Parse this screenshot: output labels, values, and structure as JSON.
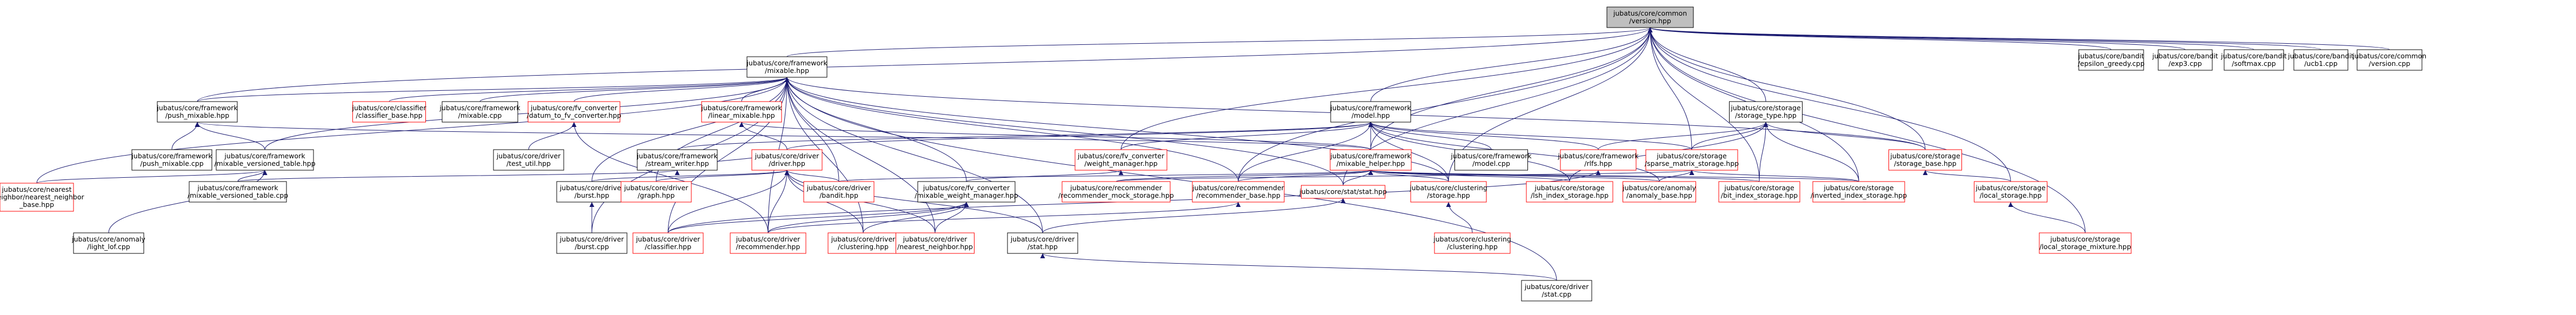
{
  "colors": {
    "root_fill": "#bfbfbf",
    "node_fill": "#ffffff",
    "node_border_black": "#000000",
    "node_border_red": "#ff0000",
    "edge": "#191970"
  },
  "nodes": [
    {
      "id": "version_hpp",
      "lines": [
        "jubatus/core/common",
        "/version.hpp"
      ],
      "border": "black",
      "root": true
    },
    {
      "id": "mixable_hpp",
      "lines": [
        "jubatus/core/framework",
        "/mixable.hpp"
      ],
      "border": "black"
    },
    {
      "id": "epsilon_greedy",
      "lines": [
        "jubatus/core/bandit",
        "/epsilon_greedy.cpp"
      ],
      "border": "black"
    },
    {
      "id": "exp3",
      "lines": [
        "jubatus/core/bandit",
        "/exp3.cpp"
      ],
      "border": "black"
    },
    {
      "id": "softmax",
      "lines": [
        "jubatus/core/bandit",
        "/softmax.cpp"
      ],
      "border": "black"
    },
    {
      "id": "ucb1",
      "lines": [
        "jubatus/core/bandit",
        "/ucb1.cpp"
      ],
      "border": "black"
    },
    {
      "id": "version_cpp",
      "lines": [
        "jubatus/core/common",
        "/version.cpp"
      ],
      "border": "black"
    },
    {
      "id": "push_mixable",
      "lines": [
        "jubatus/core/framework",
        "/push_mixable.hpp"
      ],
      "border": "black"
    },
    {
      "id": "classifier_base",
      "lines": [
        "jubatus/core/classifier",
        "/classifier_base.hpp"
      ],
      "border": "red"
    },
    {
      "id": "framework_mixable_cpp",
      "lines": [
        "jubatus/core/framework",
        "/mixable.cpp"
      ],
      "border": "black"
    },
    {
      "id": "datum_to_fv",
      "lines": [
        "jubatus/core/fv_converter",
        "/datum_to_fv_converter.hpp"
      ],
      "border": "red"
    },
    {
      "id": "linear_mixable",
      "lines": [
        "jubatus/core/framework",
        "/linear_mixable.hpp"
      ],
      "border": "red"
    },
    {
      "id": "model_hpp",
      "lines": [
        "jubatus/core/framework",
        "/model.hpp"
      ],
      "border": "black"
    },
    {
      "id": "storage_type",
      "lines": [
        "jubatus/core/storage",
        "/storage_type.hpp"
      ],
      "border": "black"
    },
    {
      "id": "push_mixable_cpp",
      "lines": [
        "jubatus/core/framework",
        "/push_mixable.cpp"
      ],
      "border": "black"
    },
    {
      "id": "mixable_versioned_table",
      "lines": [
        "jubatus/core/framework",
        "/mixable_versioned_table.hpp"
      ],
      "border": "black"
    },
    {
      "id": "test_util",
      "lines": [
        "jubatus/core/driver",
        "/test_util.hpp"
      ],
      "border": "black"
    },
    {
      "id": "stream_writer",
      "lines": [
        "jubatus/core/framework",
        "/stream_writer.hpp"
      ],
      "border": "black"
    },
    {
      "id": "driver_hpp",
      "lines": [
        "jubatus/core/driver",
        "/driver.hpp"
      ],
      "border": "red"
    },
    {
      "id": "weight_manager",
      "lines": [
        "jubatus/core/fv_converter",
        "/weight_manager.hpp"
      ],
      "border": "red"
    },
    {
      "id": "mixable_helper",
      "lines": [
        "jubatus/core/framework",
        "/mixable_helper.hpp"
      ],
      "border": "red"
    },
    {
      "id": "model_cpp",
      "lines": [
        "jubatus/core/framework",
        "/model.cpp"
      ],
      "border": "black"
    },
    {
      "id": "sparse_matrix_storage",
      "lines": [
        "jubatus/core/storage",
        "/sparse_matrix_storage.hpp"
      ],
      "border": "red"
    },
    {
      "id": "mixable_versioned_table_cpp",
      "lines": [
        "jubatus/core/framework",
        "/mixable_versioned_table.cpp"
      ],
      "border": "black"
    },
    {
      "id": "nn_base",
      "lines": [
        "jubatus/core/nearest",
        "_neighbor/nearest_neighbor",
        "_base.hpp"
      ],
      "border": "red"
    },
    {
      "id": "burst_hpp",
      "lines": [
        "jubatus/core/driver",
        "/burst.hpp"
      ],
      "border": "black"
    },
    {
      "id": "graph_hpp",
      "lines": [
        "jubatus/core/driver",
        "/graph.hpp"
      ],
      "border": "red"
    },
    {
      "id": "bandit_hpp",
      "lines": [
        "jubatus/core/driver",
        "/bandit.hpp"
      ],
      "border": "red"
    },
    {
      "id": "mixable_weight_manager",
      "lines": [
        "jubatus/core/fv_converter",
        "/mixable_weight_manager.hpp"
      ],
      "border": "black"
    },
    {
      "id": "recommender_mock_storage",
      "lines": [
        "jubatus/core/recommender",
        "/recommender_mock_storage.hpp"
      ],
      "border": "red"
    },
    {
      "id": "recommender_base",
      "lines": [
        "jubatus/core/recommender",
        "/recommender_base.hpp"
      ],
      "border": "red"
    },
    {
      "id": "stat_stat",
      "lines": [
        "jubatus/core/stat/stat.hpp"
      ],
      "border": "red"
    },
    {
      "id": "clustering_storage",
      "lines": [
        "jubatus/core/clustering",
        "/storage.hpp"
      ],
      "border": "red"
    },
    {
      "id": "lsh_index_storage",
      "lines": [
        "jubatus/core/storage",
        "/lsh_index_storage.hpp"
      ],
      "border": "red"
    },
    {
      "id": "anomaly_base",
      "lines": [
        "jubatus/core/anomaly",
        "/anomaly_base.hpp"
      ],
      "border": "red"
    },
    {
      "id": "bit_index_storage",
      "lines": [
        "jubatus/core/storage",
        "/bit_index_storage.hpp"
      ],
      "border": "red"
    },
    {
      "id": "rlfs",
      "lines": [
        "jubatus/core/framework",
        "/rlfs.hpp"
      ],
      "border": "red"
    },
    {
      "id": "storage_base",
      "lines": [
        "jubatus/core/storage",
        "/storage_base.hpp"
      ],
      "border": "red"
    },
    {
      "id": "inverted_index_storage",
      "lines": [
        "jubatus/core/storage",
        "/inverted_index_storage.hpp"
      ],
      "border": "red"
    },
    {
      "id": "local_storage",
      "lines": [
        "jubatus/core/storage",
        "/local_storage.hpp"
      ],
      "border": "red"
    },
    {
      "id": "light_lof",
      "lines": [
        "jubatus/core/anomaly",
        "/light_lof.cpp"
      ],
      "border": "black"
    },
    {
      "id": "burst_cpp",
      "lines": [
        "jubatus/core/driver",
        "/burst.cpp"
      ],
      "border": "black"
    },
    {
      "id": "drv_classifier",
      "lines": [
        "jubatus/core/driver",
        "/classifier.hpp"
      ],
      "border": "red"
    },
    {
      "id": "drv_recommender",
      "lines": [
        "jubatus/core/driver",
        "/recommender.hpp"
      ],
      "border": "red"
    },
    {
      "id": "drv_clustering",
      "lines": [
        "jubatus/core/driver",
        "/clustering.hpp"
      ],
      "border": "red"
    },
    {
      "id": "drv_nearest_neighbor",
      "lines": [
        "jubatus/core/driver",
        "/nearest_neighbor.hpp"
      ],
      "border": "red"
    },
    {
      "id": "drv_stat_hpp",
      "lines": [
        "jubatus/core/driver",
        "/stat.hpp"
      ],
      "border": "black"
    },
    {
      "id": "clustering_clustering",
      "lines": [
        "jubatus/core/clustering",
        "/clustering.hpp"
      ],
      "border": "red"
    },
    {
      "id": "local_storage_mixture",
      "lines": [
        "jubatus/core/storage",
        "/local_storage_mixture.hpp"
      ],
      "border": "red"
    },
    {
      "id": "drv_stat_cpp",
      "lines": [
        "jubatus/core/driver",
        "/stat.cpp"
      ],
      "border": "black"
    }
  ],
  "edges": [
    [
      "version_hpp",
      "mixable_hpp"
    ],
    [
      "version_hpp",
      "epsilon_greedy"
    ],
    [
      "version_hpp",
      "exp3"
    ],
    [
      "version_hpp",
      "softmax"
    ],
    [
      "version_hpp",
      "ucb1"
    ],
    [
      "version_hpp",
      "version_cpp"
    ],
    [
      "version_hpp",
      "model_hpp"
    ],
    [
      "version_hpp",
      "storage_type"
    ],
    [
      "version_hpp",
      "weight_manager"
    ],
    [
      "version_hpp",
      "mixable_helper"
    ],
    [
      "version_hpp",
      "stat_stat"
    ],
    [
      "version_hpp",
      "storage_base"
    ],
    [
      "version_hpp",
      "local_storage"
    ],
    [
      "version_hpp",
      "local_storage_mixture"
    ],
    [
      "version_hpp",
      "push_mixable"
    ],
    [
      "version_hpp",
      "sparse_matrix_storage"
    ],
    [
      "version_hpp",
      "clustering_storage"
    ],
    [
      "version_hpp",
      "recommender_base"
    ],
    [
      "version_hpp",
      "bit_index_storage"
    ],
    [
      "version_hpp",
      "inverted_index_storage"
    ],
    [
      "mixable_hpp",
      "push_mixable"
    ],
    [
      "mixable_hpp",
      "classifier_base"
    ],
    [
      "mixable_hpp",
      "framework_mixable_cpp"
    ],
    [
      "mixable_hpp",
      "datum_to_fv"
    ],
    [
      "mixable_hpp",
      "linear_mixable"
    ],
    [
      "mixable_hpp",
      "mixable_versioned_table"
    ],
    [
      "mixable_hpp",
      "nn_base"
    ],
    [
      "mixable_hpp",
      "burst_hpp"
    ],
    [
      "mixable_hpp",
      "graph_hpp"
    ],
    [
      "mixable_hpp",
      "bandit_hpp"
    ],
    [
      "mixable_hpp",
      "mixable_weight_manager"
    ],
    [
      "mixable_hpp",
      "drv_classifier"
    ],
    [
      "mixable_hpp",
      "drv_recommender"
    ],
    [
      "mixable_hpp",
      "drv_clustering"
    ],
    [
      "mixable_hpp",
      "drv_nearest_neighbor"
    ],
    [
      "mixable_hpp",
      "drv_stat_hpp"
    ],
    [
      "mixable_hpp",
      "burst_cpp"
    ],
    [
      "mixable_hpp",
      "clustering_storage"
    ],
    [
      "mixable_hpp",
      "recommender_base"
    ],
    [
      "mixable_hpp",
      "stat_stat"
    ],
    [
      "mixable_hpp",
      "storage_base"
    ],
    [
      "mixable_hpp",
      "drv_stat_cpp"
    ],
    [
      "push_mixable",
      "push_mixable_cpp"
    ],
    [
      "push_mixable",
      "mixable_versioned_table"
    ],
    [
      "push_mixable",
      "mixable_helper"
    ],
    [
      "datum_to_fv",
      "test_util"
    ],
    [
      "datum_to_fv",
      "drv_recommender"
    ],
    [
      "linear_mixable",
      "driver_hpp"
    ],
    [
      "linear_mixable",
      "mixable_helper"
    ],
    [
      "model_hpp",
      "model_cpp"
    ],
    [
      "model_hpp",
      "stream_writer"
    ],
    [
      "model_hpp",
      "driver_hpp"
    ],
    [
      "model_hpp",
      "weight_manager"
    ],
    [
      "model_hpp",
      "mixable_helper"
    ],
    [
      "model_hpp",
      "sparse_matrix_storage"
    ],
    [
      "model_hpp",
      "rlfs"
    ],
    [
      "model_hpp",
      "clustering_storage"
    ],
    [
      "model_hpp",
      "lsh_index_storage"
    ],
    [
      "model_hpp",
      "anomaly_base"
    ],
    [
      "model_hpp",
      "recommender_base"
    ],
    [
      "storage_type",
      "sparse_matrix_storage"
    ],
    [
      "storage_type",
      "storage_base"
    ],
    [
      "storage_type",
      "rlfs"
    ],
    [
      "storage_type",
      "lsh_index_storage"
    ],
    [
      "storage_type",
      "bit_index_storage"
    ],
    [
      "storage_type",
      "inverted_index_storage"
    ],
    [
      "mixable_versioned_table",
      "mixable_versioned_table_cpp"
    ],
    [
      "mixable_versioned_table",
      "nn_base"
    ],
    [
      "mixable_versioned_table",
      "light_lof"
    ],
    [
      "stream_writer",
      "driver_hpp"
    ],
    [
      "stream_writer",
      "mixable_versioned_table_cpp"
    ],
    [
      "driver_hpp",
      "burst_hpp"
    ],
    [
      "driver_hpp",
      "graph_hpp"
    ],
    [
      "driver_hpp",
      "bandit_hpp"
    ],
    [
      "driver_hpp",
      "drv_classifier"
    ],
    [
      "driver_hpp",
      "drv_recommender"
    ],
    [
      "driver_hpp",
      "drv_clustering"
    ],
    [
      "driver_hpp",
      "drv_nearest_neighbor"
    ],
    [
      "driver_hpp",
      "drv_stat_hpp"
    ],
    [
      "weight_manager",
      "mixable_weight_manager"
    ],
    [
      "mixable_helper",
      "bandit_hpp"
    ],
    [
      "mixable_helper",
      "recommender_mock_storage"
    ],
    [
      "mixable_helper",
      "recommender_base"
    ],
    [
      "mixable_helper",
      "stat_stat"
    ],
    [
      "mixable_helper",
      "clustering_storage"
    ],
    [
      "mixable_helper",
      "lsh_index_storage"
    ],
    [
      "mixable_helper",
      "anomaly_base"
    ],
    [
      "mixable_helper",
      "bit_index_storage"
    ],
    [
      "mixable_helper",
      "inverted_index_storage"
    ],
    [
      "sparse_matrix_storage",
      "anomaly_base"
    ],
    [
      "sparse_matrix_storage",
      "inverted_index_storage"
    ],
    [
      "sparse_matrix_storage",
      "recommender_mock_storage"
    ],
    [
      "burst_hpp",
      "burst_cpp"
    ],
    [
      "mixable_weight_manager",
      "drv_classifier"
    ],
    [
      "mixable_weight_manager",
      "drv_recommender"
    ],
    [
      "mixable_weight_manager",
      "drv_clustering"
    ],
    [
      "mixable_weight_manager",
      "drv_nearest_neighbor"
    ],
    [
      "recommender_base",
      "drv_recommender"
    ],
    [
      "stat_stat",
      "drv_stat_hpp"
    ],
    [
      "clustering_storage",
      "clustering_clustering"
    ],
    [
      "rlfs",
      "drv_classifier"
    ],
    [
      "storage_base",
      "local_storage"
    ],
    [
      "local_storage",
      "local_storage_mixture"
    ],
    [
      "drv_stat_hpp",
      "drv_stat_cpp"
    ]
  ]
}
